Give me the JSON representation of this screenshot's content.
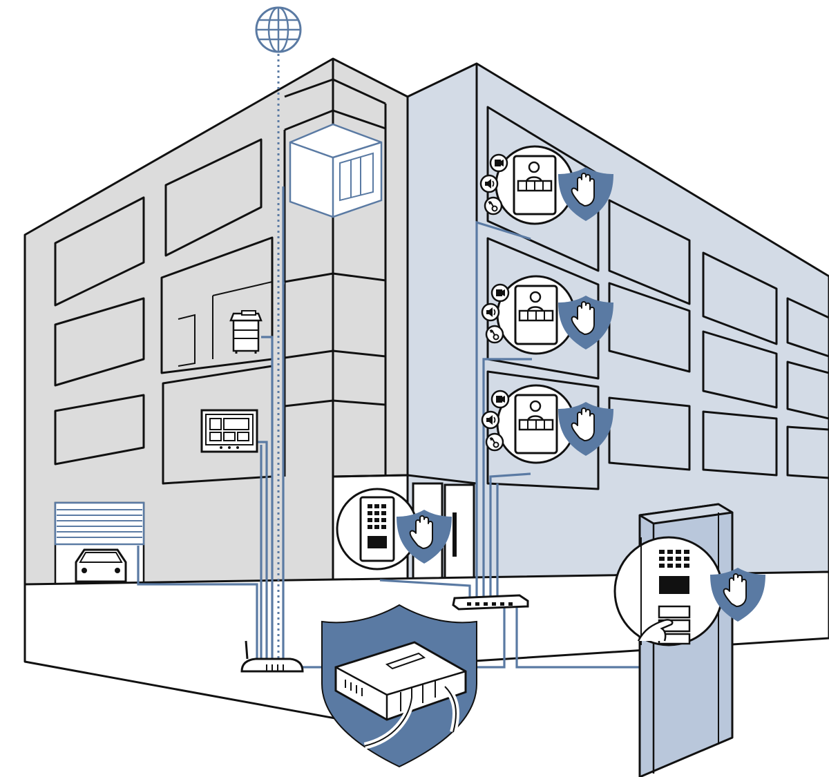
{
  "colors": {
    "background": "#ffffff",
    "wall_left": "#dcdcdc",
    "wall_right": "#d3dbe6",
    "outline": "#111111",
    "cable": "#5a7aa3",
    "shield": "#5a7aa3",
    "pillar": "#b9c7db",
    "interior": "#ffffff"
  },
  "icons": {
    "globe": "globe-icon",
    "shield": "shield-hand-icon",
    "camera": "video-camera-icon",
    "speaker": "speaker-icon",
    "key": "key-icon",
    "router": "router-icon",
    "switch": "network-switch-icon",
    "controller": "gateway-device-icon",
    "printer": "printer-icon",
    "car": "car-icon",
    "keypad": "keypad-icon",
    "intercom_station": "door-station-icon",
    "video_monitor": "video-intercom-monitor-icon",
    "control_panel": "control-panel-icon"
  },
  "indoor_stations": [
    {
      "floor": "top",
      "features": [
        "video-camera-icon",
        "speaker-icon",
        "key-icon"
      ],
      "protected": true
    },
    {
      "floor": "middle",
      "features": [
        "video-camera-icon",
        "speaker-icon",
        "key-icon"
      ],
      "protected": true
    },
    {
      "floor": "lower",
      "features": [
        "video-camera-icon",
        "speaker-icon",
        "key-icon"
      ],
      "protected": true
    }
  ]
}
